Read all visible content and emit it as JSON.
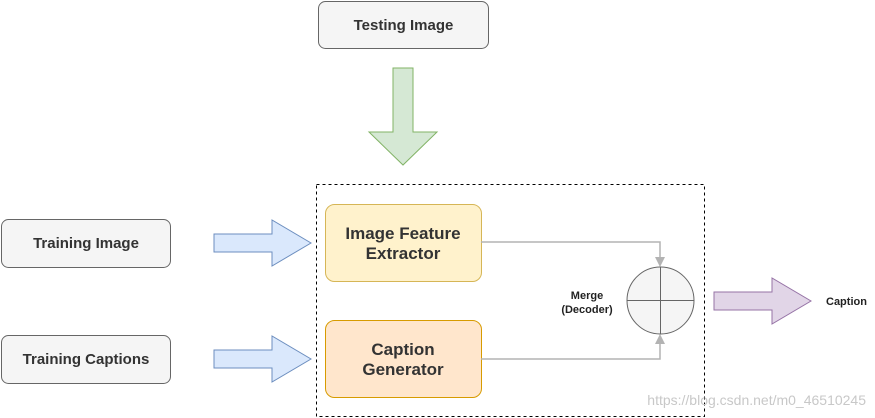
{
  "nodes": {
    "testing_image": "Testing Image",
    "training_image": "Training Image",
    "training_captions": "Training Captions",
    "feature_extractor_line1": "Image Feature",
    "feature_extractor_line2": "Extractor",
    "caption_generator_line1": "Caption",
    "caption_generator_line2": "Generator",
    "merge_line1": "Merge",
    "merge_line2": "(Decoder)",
    "output": "Caption"
  },
  "watermark": "https://blog.csdn.net/m0_46510245",
  "colors": {
    "input_box_fill": "#f5f5f5",
    "input_box_stroke": "#666666",
    "feature_fill": "#fff2cc",
    "feature_stroke": "#d6b656",
    "generator_fill": "#ffe6cc",
    "generator_stroke": "#d79b00",
    "green_arrow_fill": "#d5e8d4",
    "green_arrow_stroke": "#82b366",
    "blue_arrow_fill": "#dae8fc",
    "blue_arrow_stroke": "#6c8ebf",
    "purple_arrow_fill": "#e1d5e7",
    "purple_arrow_stroke": "#9673a6",
    "connector": "#b3b3b3"
  }
}
